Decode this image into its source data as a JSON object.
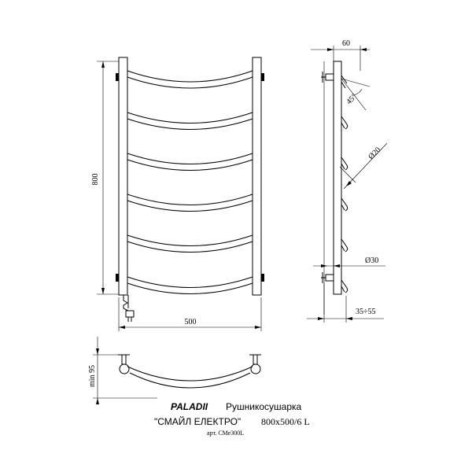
{
  "title_block": {
    "brand": "PALADII",
    "product": "Рушникосушарка",
    "model": "\"СМАЙЛ ЕЛЕКТРО\"",
    "size": "800x500/6 L",
    "article": "арт. СМе300L"
  },
  "dimensions": {
    "height": "800",
    "width": "500",
    "depth_top": "60",
    "angle": "45°",
    "pipe_diameter": "Ø20",
    "mount_diameter": "Ø30",
    "wall_offset": "35÷55",
    "min_depth": "min 95"
  },
  "colors": {
    "line": "#000000",
    "background": "#ffffff"
  }
}
